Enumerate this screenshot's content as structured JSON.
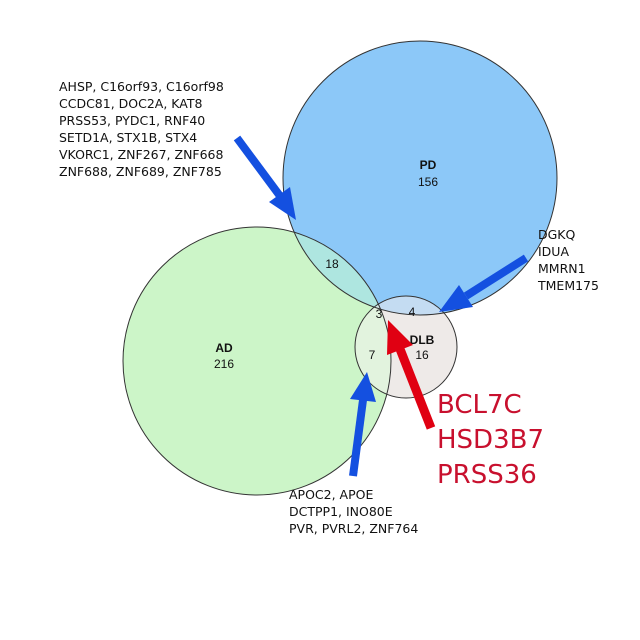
{
  "sets": {
    "ad": {
      "label": "AD",
      "count": "216",
      "color": "#ccf5c8"
    },
    "pd": {
      "label": "PD",
      "count": "156",
      "color": "#8cc8f8"
    },
    "dlb": {
      "label": "DLB",
      "count": "16",
      "color": "#eeeae8"
    }
  },
  "overlaps": {
    "ad_pd": "18",
    "pd_dlb": "4",
    "ad_dlb": "7",
    "ad_pd_dlb": "3"
  },
  "overlap_colors": {
    "ad_pd": "#aee6e0",
    "pd_dlb": "#c4dcf2",
    "ad_dlb": "#e2f3de",
    "ad_pd_dlb": "#d6ecea"
  },
  "annotations": {
    "ad_pd_genes": [
      "AHSP, C16orf93, C16orf98",
      "CCDC81, DOC2A, KAT8",
      "PRSS53,  PYDC1, RNF40",
      "SETD1A, STX1B, STX4",
      "VKORC1, ZNF267, ZNF668",
      "ZNF688, ZNF689, ZNF785"
    ],
    "pd_dlb_genes": [
      "DGKQ",
      "IDUA",
      "MMRN1",
      "TMEM175"
    ],
    "ad_dlb_genes": [
      "APOC2, APOE",
      "DCTPP1, INO80E",
      "PVR, PVRL2, ZNF764"
    ],
    "all_three_genes": [
      "BCL7C",
      "HSD3B7",
      "PRSS36"
    ]
  },
  "arrow_colors": {
    "blue": "#1450e0",
    "red": "#e00012"
  }
}
